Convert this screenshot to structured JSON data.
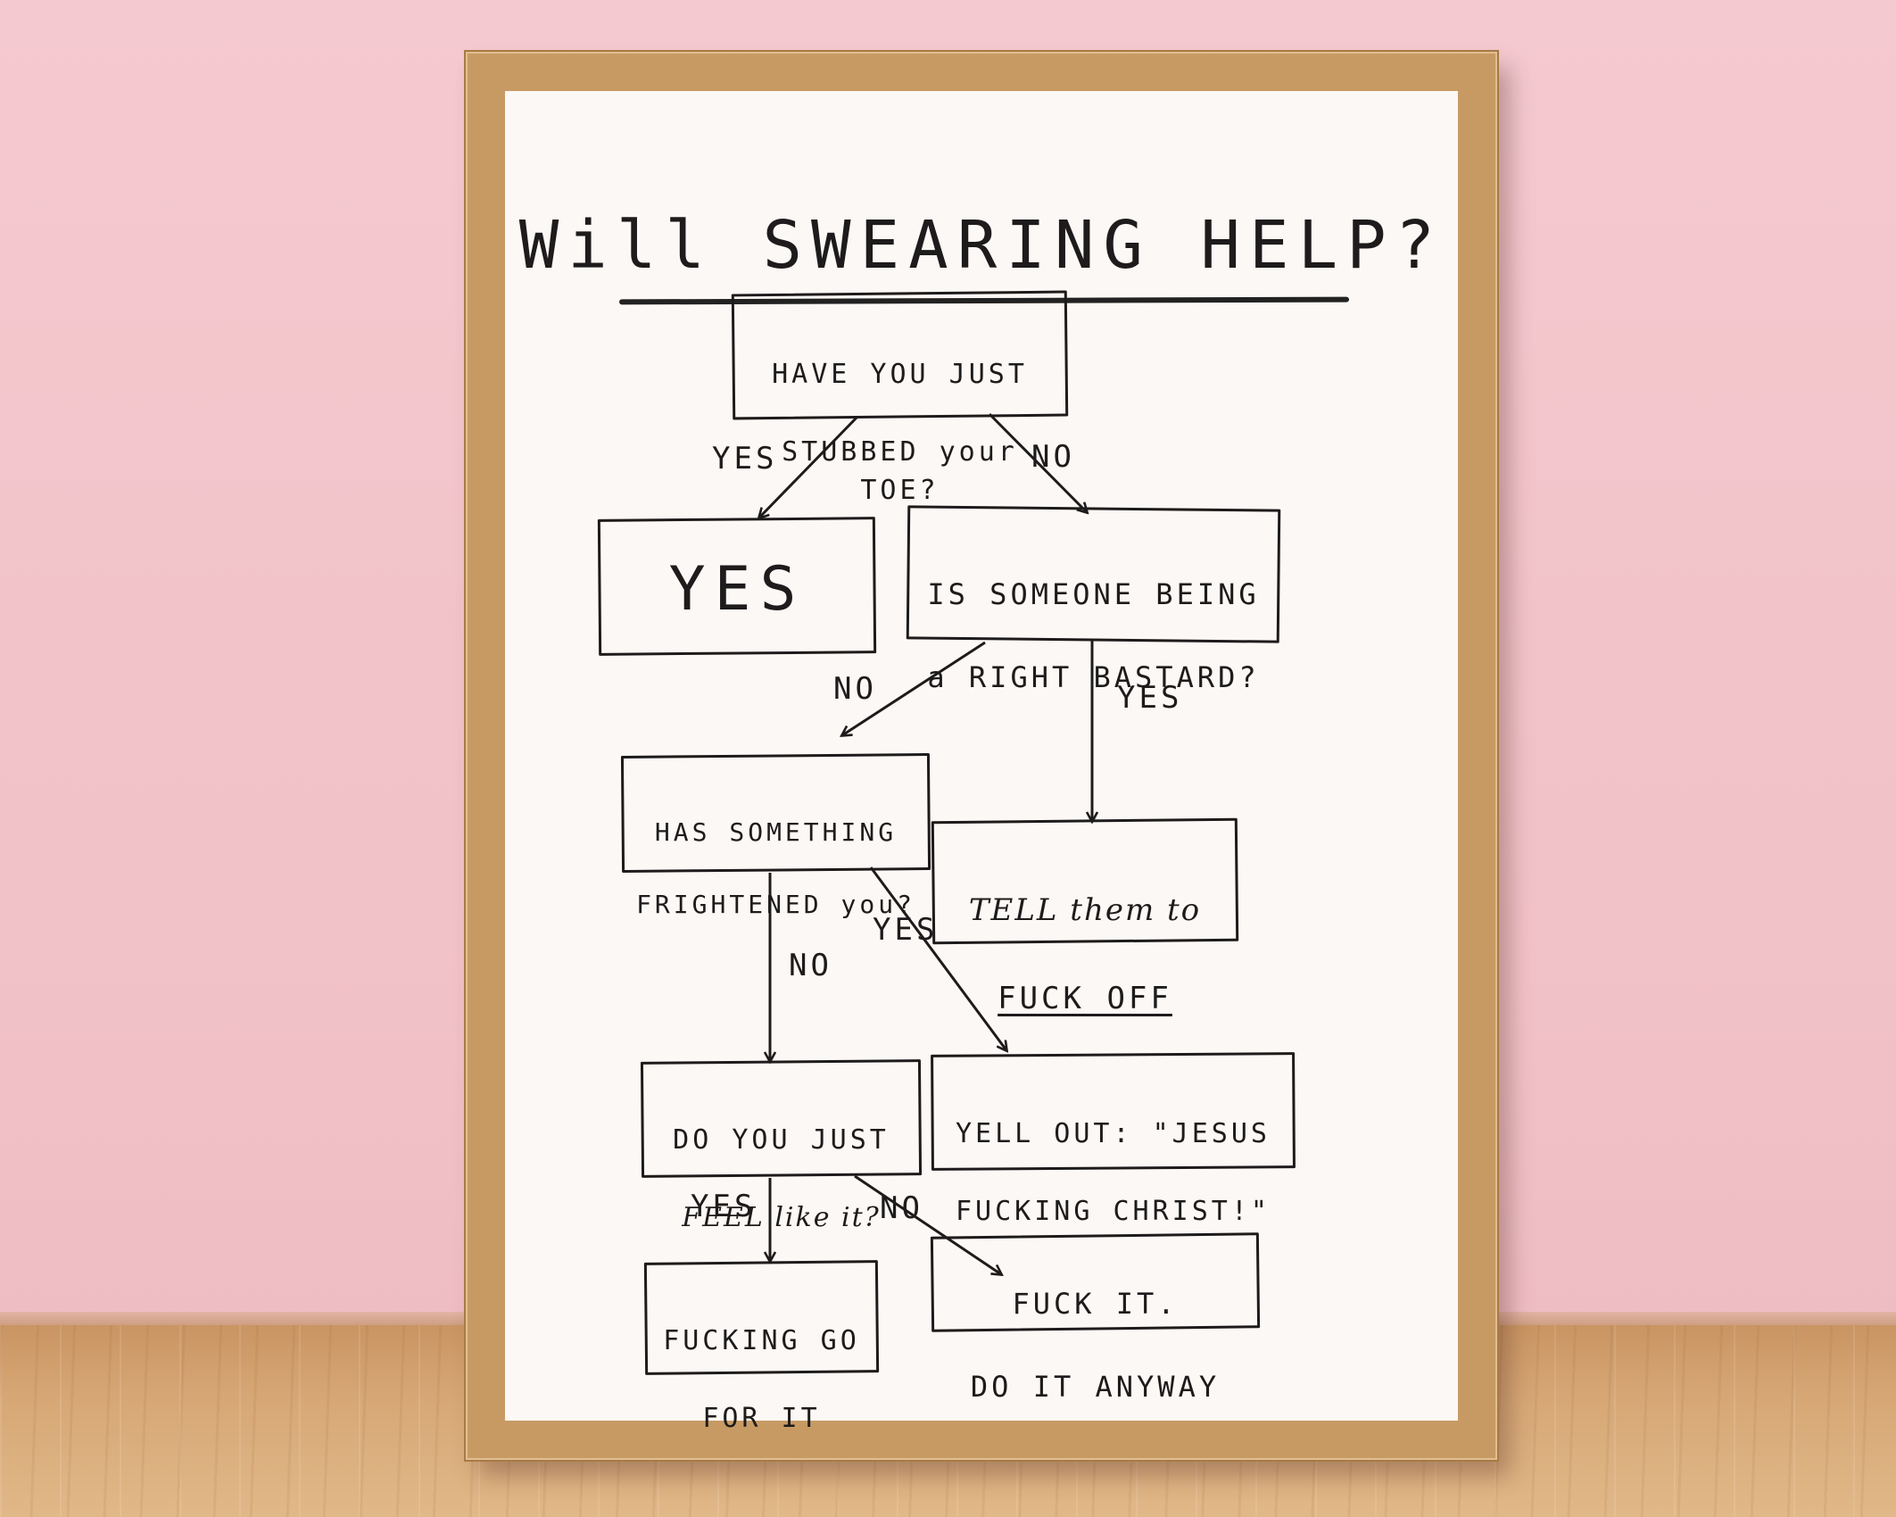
{
  "title": "Will SWEARING HELP?",
  "nodes": {
    "q1": [
      "HAVE YOU JUST",
      "STUBBED your TOE?"
    ],
    "a_yes": "YES",
    "q2": [
      "IS SOMEONE BEING",
      "a RIGHT BASTARD?"
    ],
    "q3": [
      "HAS SOMETHING",
      "FRIGHTENED you?"
    ],
    "a_tell": [
      "TELL them to",
      "FUCK OFF"
    ],
    "a_yell": [
      "YELL OUT: \"JESUS",
      "FUCKING CHRIST!\""
    ],
    "q4": [
      "DO YOU JUST",
      "FEEL like it?"
    ],
    "a_go": [
      "FUCKING GO",
      "FOR IT"
    ],
    "a_anyway": [
      "FUCK IT.",
      "DO IT ANYWAY"
    ]
  },
  "edges": {
    "q1_yes": "YES",
    "q1_no": "NO",
    "q2_no": "NO",
    "q2_yes": "YES",
    "q3_yes": "YES",
    "q3_no": "NO",
    "q4_yes": "YES",
    "q4_no": "NO"
  },
  "colors": {
    "wall": "#f3c6cc",
    "frame": "#c89a63",
    "paper": "#fcf8f5",
    "ink": "#1d1b1b"
  }
}
